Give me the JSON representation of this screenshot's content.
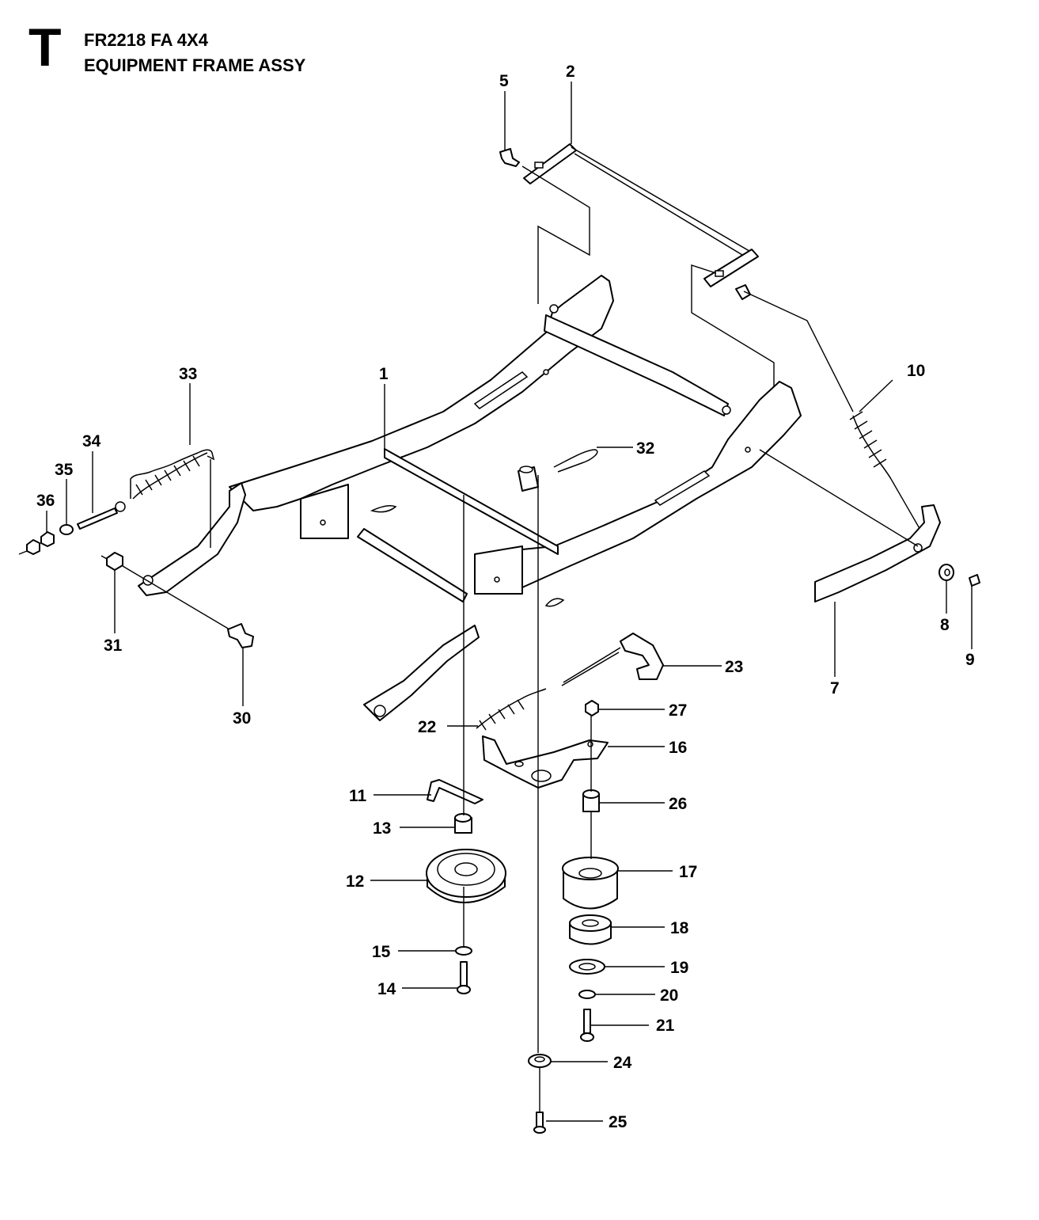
{
  "header": {
    "section_letter": "T",
    "model": "FR2218 FA 4X4",
    "assembly": "EQUIPMENT FRAME ASSY"
  },
  "callouts": {
    "c1": "1",
    "c2": "2",
    "c5": "5",
    "c7": "7",
    "c8": "8",
    "c9": "9",
    "c10": "10",
    "c11": "11",
    "c12": "12",
    "c13": "13",
    "c14": "14",
    "c15": "15",
    "c16": "16",
    "c17": "17",
    "c18": "18",
    "c19": "19",
    "c20": "20",
    "c21": "21",
    "c22": "22",
    "c23": "23",
    "c24": "24",
    "c25": "25",
    "c26": "26",
    "c27": "27",
    "c30": "30",
    "c31": "31",
    "c32": "32",
    "c33": "33",
    "c34": "34",
    "c35": "35",
    "c36": "36"
  }
}
